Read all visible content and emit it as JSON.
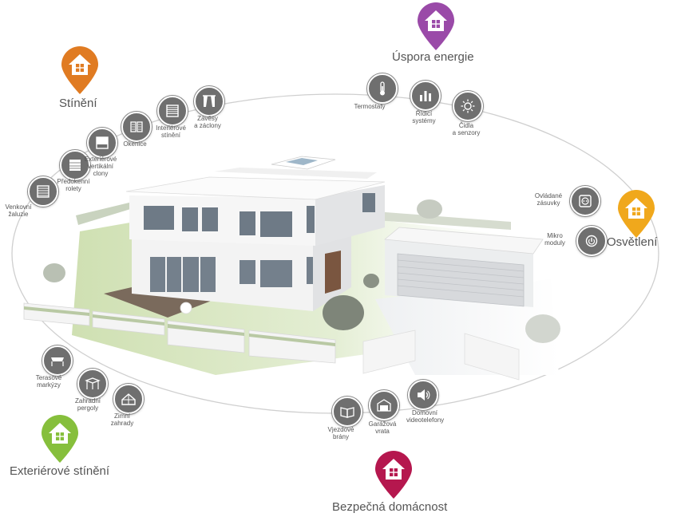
{
  "colors": {
    "orbit": "#cfcfcf",
    "node_fill": "#6f6f6f",
    "text": "#555555"
  },
  "categories": [
    {
      "id": "stineni",
      "label": "Stínění",
      "color": "#e07b22",
      "icon": "house-pin-icon"
    },
    {
      "id": "uspora",
      "label": "Úspora energie",
      "color": "#9a4aa8",
      "icon": "house-pin-icon"
    },
    {
      "id": "osvetleni",
      "label": "Osvětlení",
      "color": "#f0a81c",
      "icon": "house-pin-icon"
    },
    {
      "id": "exterierove",
      "label": "Exteriérové stínění",
      "color": "#86bf3c",
      "icon": "house-pin-icon"
    },
    {
      "id": "bezpecna",
      "label": "Bezpečná domácnost",
      "color": "#b5174e",
      "icon": "house-pin-icon"
    }
  ],
  "nodes": [
    {
      "label": "Venkovní\nžaluzie",
      "icon": "blind-icon"
    },
    {
      "label": "Předokenní\nrolety",
      "icon": "roller-shutter-icon"
    },
    {
      "label": "Exteriérové\nvertikální\nclony",
      "icon": "vertical-screen-icon"
    },
    {
      "label": "Okenice",
      "icon": "shutter-icon"
    },
    {
      "label": "Interiérové\nstínění",
      "icon": "interior-blind-icon"
    },
    {
      "label": "Závěsy\na záclony",
      "icon": "curtain-icon"
    },
    {
      "label": "Termostaty",
      "icon": "thermometer-icon"
    },
    {
      "label": "Řídicí\nsystémy",
      "icon": "control-system-icon"
    },
    {
      "label": "Čidla\na senzory",
      "icon": "sun-sensor-icon"
    },
    {
      "label": "Ovládané\nzásuvky",
      "icon": "socket-icon"
    },
    {
      "label": "Mikro\nmoduly",
      "icon": "micro-module-icon"
    },
    {
      "label": "Terasové\nmarkýzy",
      "icon": "awning-icon"
    },
    {
      "label": "Zahradní\npergoly",
      "icon": "pergola-icon"
    },
    {
      "label": "Zimní\nzahrady",
      "icon": "winter-garden-icon"
    },
    {
      "label": "Vjezdové\nbrány",
      "icon": "gate-icon"
    },
    {
      "label": "Garážová\nvrata",
      "icon": "garage-door-icon"
    },
    {
      "label": "Domovní\nvideotelefony",
      "icon": "intercom-icon"
    }
  ]
}
